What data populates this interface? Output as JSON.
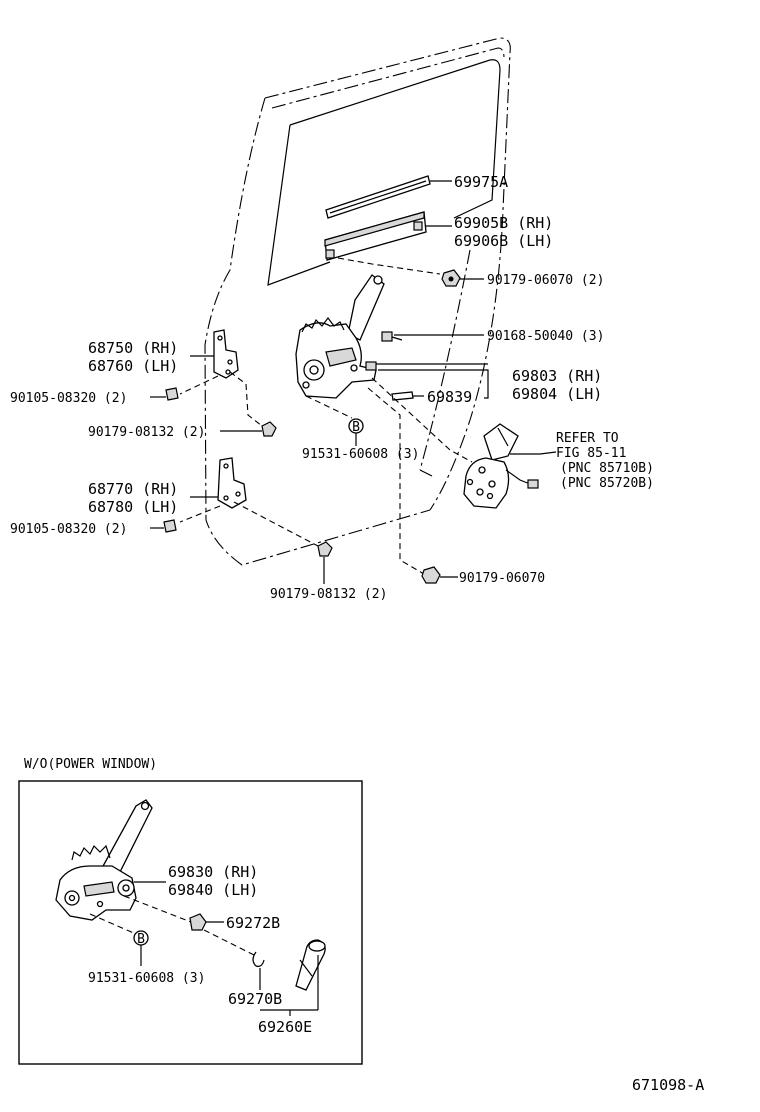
{
  "callouts": {
    "p69975A": "69975A",
    "p69905B": "69905B (RH)",
    "p69906B": "69906B (LH)",
    "p90179_06070_2": "90179-06070 (2)",
    "p90168": "90168-50040 (3)",
    "p69803": "69803 (RH)",
    "p69804": "69804 (LH)",
    "p69839": "69839",
    "p68750": "68750 (RH)",
    "p68760": "68760 (LH)",
    "p90105_a": "90105-08320 (2)",
    "p90179_08132_a": "90179-08132 (2)",
    "p91531_a": "91531-60608 (3)",
    "p68770": "68770 (RH)",
    "p68780": "68780 (LH)",
    "p90105_b": "90105-08320 (2)",
    "p90179_08132_b": "90179-08132 (2)",
    "p90179_06070": "90179-06070",
    "refer_line1": "REFER TO",
    "refer_line2": "FIG 85-11",
    "refer_line3": "(PNC 85710B)",
    "refer_line4": "(PNC 85720B)",
    "marker_b": "B"
  },
  "inset": {
    "title": "W/O(POWER WINDOW)",
    "p69830": "69830 (RH)",
    "p69840": "69840 (LH)",
    "p69272B": "69272B",
    "p91531": "91531-60608 (3)",
    "p69270B": "69270B",
    "p69260E": "69260E",
    "marker_b": "B"
  },
  "figure_id": "671098-A"
}
